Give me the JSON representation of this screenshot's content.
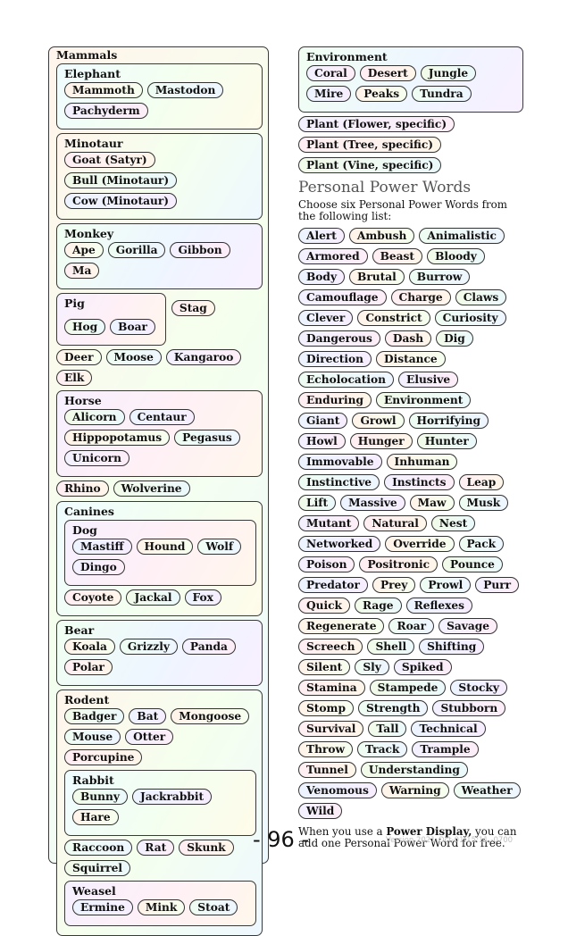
{
  "mammals": {
    "title": "Mammals",
    "elephant": {
      "title": "Elephant",
      "items": [
        "Mammoth",
        "Mastodon",
        "Pachyderm"
      ]
    },
    "minotaur": {
      "title": "Minotaur",
      "items": [
        "Goat (Satyr)",
        "Bull (Minotaur)",
        "Cow (Minotaur)"
      ]
    },
    "monkey": {
      "title": "Monkey",
      "items": [
        "Ape",
        "Gorilla",
        "Gibbon",
        "Ma"
      ]
    },
    "pig": {
      "title": "Pig",
      "items": [
        "Hog",
        "Boar"
      ]
    },
    "stag": "Stag",
    "loose1": [
      "Deer",
      "Moose",
      "Kangaroo",
      "Elk"
    ],
    "horse": {
      "title": "Horse",
      "items": [
        "Alicorn",
        "Centaur",
        "Hippopotamus",
        "Pegasus",
        "Unicorn"
      ]
    },
    "loose2": [
      "Rhino",
      "Wolverine"
    ],
    "canines": {
      "title": "Canines",
      "dog": {
        "title": "Dog",
        "items": [
          "Mastiff",
          "Hound",
          "Wolf",
          "Dingo"
        ]
      },
      "items": [
        "Coyote",
        "Jackal",
        "Fox"
      ]
    },
    "bear": {
      "title": "Bear",
      "items": [
        "Koala",
        "Grizzly",
        "Panda",
        "Polar"
      ]
    },
    "rodent": {
      "title": "Rodent",
      "items": [
        "Badger",
        "Bat",
        "Mongoose",
        "Mouse",
        "Otter",
        "Porcupine"
      ],
      "rabbit": {
        "title": "Rabbit",
        "items": [
          "Bunny",
          "Jackrabbit",
          "Hare"
        ]
      },
      "items2": [
        "Raccoon",
        "Rat",
        "Skunk",
        "Squirrel"
      ],
      "weasel": {
        "title": "Weasel",
        "items": [
          "Ermine",
          "Mink",
          "Stoat"
        ]
      }
    }
  },
  "environment": {
    "title": "Environment",
    "items": [
      "Coral",
      "Desert",
      "Jungle",
      "Mire",
      "Peaks",
      "Tundra"
    ]
  },
  "plants": [
    "Plant (Flower, specific)",
    "Plant (Tree, specific)",
    "Plant (Vine, specific)"
  ],
  "power_words": {
    "heading": "Personal Power Words",
    "intro": "Choose six Personal Power Words from the following list:",
    "items": [
      "Alert",
      "Ambush",
      "Animalistic",
      "Armored",
      "Beast",
      "Bloody",
      "Body",
      "Brutal",
      "Burrow",
      "Camouflage",
      "Charge",
      "Claws",
      "Clever",
      "Constrict",
      "Curiosity",
      "Dangerous",
      "Dash",
      "Dig",
      "Direction",
      "Distance",
      "Echolocation",
      "Elusive",
      "Enduring",
      "Environment",
      "Giant",
      "Growl",
      "Horrifying",
      "Howl",
      "Hunger",
      "Hunter",
      "Immovable",
      "Inhuman",
      "Instinctive",
      "Instincts",
      "Leap",
      "Lift",
      "Massive",
      "Maw",
      "Musk",
      "Mutant",
      "Natural",
      "Nest",
      "Networked",
      "Override",
      "Pack",
      "Poison",
      "Positronic",
      "Pounce",
      "Predator",
      "Prey",
      "Prowl",
      "Purr",
      "Quick",
      "Rage",
      "Reflexes",
      "Regenerate",
      "Roar",
      "Savage",
      "Screech",
      "Shell",
      "Shifting",
      "Silent",
      "Sly",
      "Spiked",
      "Stamina",
      "Stampede",
      "Stocky",
      "Stomp",
      "Strength",
      "Stubborn",
      "Survival",
      "Tall",
      "Technical",
      "Throw",
      "Track",
      "Trample",
      "Tunnel",
      "Understanding",
      "Venomous",
      "Warning",
      "Weather",
      "Wild"
    ],
    "footer_pre": "When you use a ",
    "footer_bold": "Power Display,",
    "footer_post": " you can add one Personal Power Word for free."
  },
  "page_number": "- 96 -",
  "version": "Version 2021-Oct-01 15:11 -0700"
}
